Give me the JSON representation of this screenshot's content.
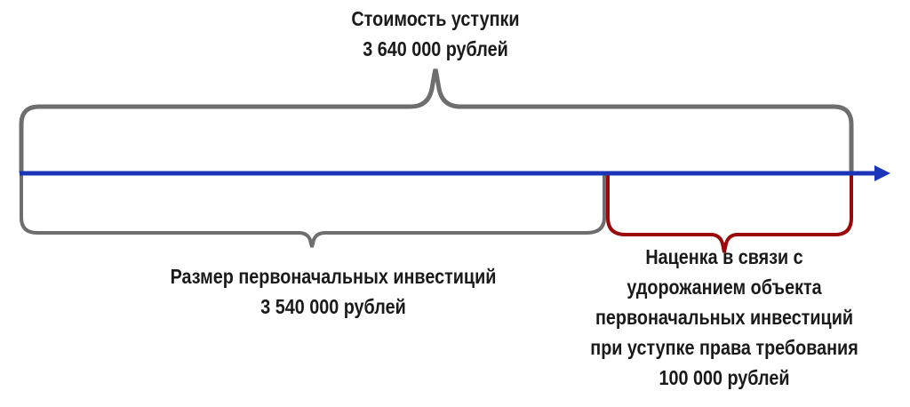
{
  "top_label": {
    "line1": "Стоимость уступки",
    "line2": "3 640 000 рублей"
  },
  "left_label": {
    "line1": "Размер первоначальных инвестиций",
    "line2": "3 540 000 рублей"
  },
  "right_label": {
    "line1": "Наценка в связи с",
    "line2": "удорожанием объекта",
    "line3": "первоначальных инвестиций",
    "line4": "при уступке права требования",
    "line5": "100 000 рублей"
  },
  "colors": {
    "axis": "#1a35b8",
    "gray_brace": "#6e6e6e",
    "red_brace": "#9a0a0a"
  }
}
